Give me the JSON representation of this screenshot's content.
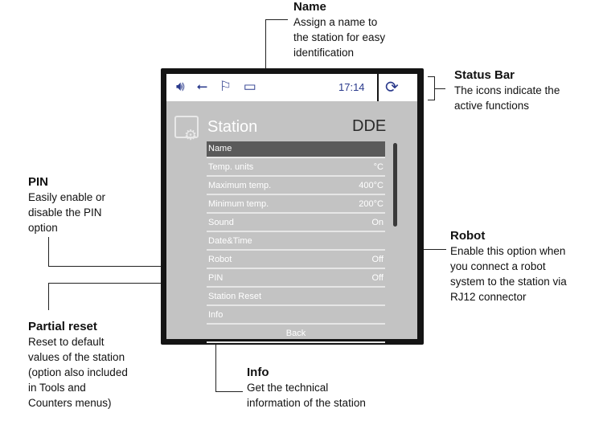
{
  "annotations": {
    "name": {
      "title": "Name",
      "lines": [
        "Assign a name to",
        "the station for easy",
        "identification"
      ]
    },
    "status_bar": {
      "title": "Status Bar",
      "lines": [
        "The icons indicate the",
        "active functions"
      ]
    },
    "pin": {
      "title": "PIN",
      "lines": [
        "Easily enable or",
        "disable the PIN",
        "option"
      ]
    },
    "robot": {
      "title": "Robot",
      "lines": [
        "Enable this option when",
        "you connect a robot",
        "system to the station via",
        "RJ12 connector"
      ]
    },
    "partial_reset": {
      "title": "Partial reset",
      "lines": [
        "Reset to default",
        "values of the station",
        "(option also included",
        "in Tools and",
        "Counters menus)"
      ]
    },
    "info": {
      "title": "Info",
      "lines": [
        "Get the technical",
        "information of the station"
      ]
    }
  },
  "status_bar": {
    "icons": [
      "speaker-icon",
      "usb-icon",
      "robot-arm-icon",
      "computer-icon"
    ],
    "time": "17:14",
    "sync_icon": "sync-icon"
  },
  "screen": {
    "title": "Station",
    "model": "DDE",
    "menu": [
      {
        "label": "Name",
        "value": "",
        "selected": true
      },
      {
        "label": "Temp. units",
        "value": "°C"
      },
      {
        "label": "Maximum temp.",
        "value": "400°C"
      },
      {
        "label": "Minimum temp.",
        "value": "200°C"
      },
      {
        "label": "Sound",
        "value": "On"
      },
      {
        "label": "Date&Time",
        "value": ""
      },
      {
        "label": "Robot",
        "value": "Off"
      },
      {
        "label": "PIN",
        "value": "Off"
      },
      {
        "label": "Station Reset",
        "value": ""
      },
      {
        "label": "Info",
        "value": ""
      }
    ],
    "back_label": "Back"
  }
}
